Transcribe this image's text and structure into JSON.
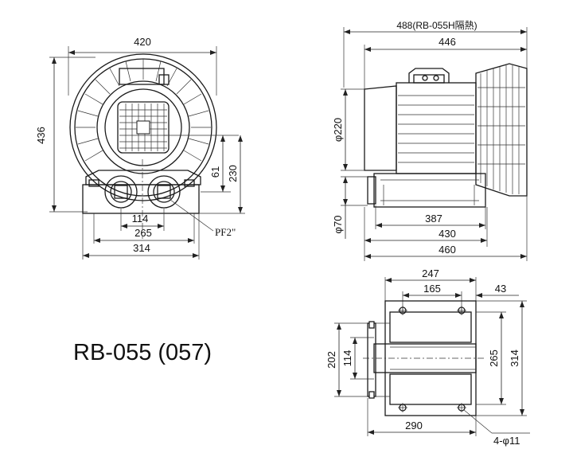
{
  "title": "RB-055 (057)",
  "front_view": {
    "width_top": "420",
    "height_left": "436",
    "outlet_offset": "61",
    "base_height": "230",
    "port_spacing": "114",
    "base_inner": "265",
    "base_outer": "314",
    "port_label": "PF2\""
  },
  "side_view": {
    "overall_length": "488(RB-055H隔熱)",
    "length_446": "446",
    "motor_dia": "φ220",
    "port_dia": "φ70",
    "len_387": "387",
    "len_430": "430",
    "len_460": "460"
  },
  "bottom_view": {
    "width_247": "247",
    "hole_spacing": "165",
    "edge_43": "43",
    "height_202": "202",
    "height_114": "114",
    "height_265": "265",
    "height_314": "314",
    "width_290": "290",
    "holes": "4-φ11"
  }
}
